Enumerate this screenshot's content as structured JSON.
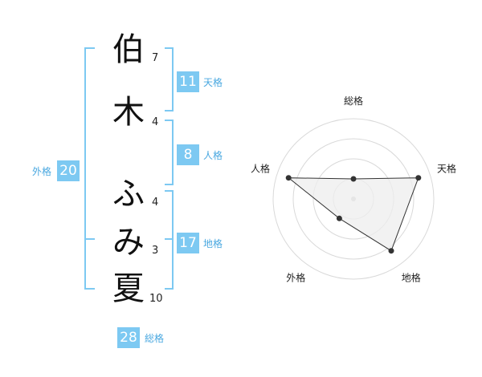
{
  "name_chars": [
    {
      "char": "伯",
      "strokes": "7"
    },
    {
      "char": "木",
      "strokes": "4"
    },
    {
      "char": "ふ",
      "strokes": "4"
    },
    {
      "char": "み",
      "strokes": "3"
    },
    {
      "char": "夏",
      "strokes": "10"
    }
  ],
  "scores": {
    "tenkaku": {
      "value": "11",
      "label": "天格"
    },
    "jinkaku": {
      "value": "8",
      "label": "人格"
    },
    "chikaku": {
      "value": "17",
      "label": "地格"
    },
    "gaikaku": {
      "value": "20",
      "label": "外格"
    },
    "soukaku": {
      "value": "28",
      "label": "総格"
    }
  },
  "colors": {
    "accent": "#7dc9f2",
    "accent_text": "#4aa8e0",
    "bracket": "#7dc9f2",
    "grid": "#d9d9d9",
    "polygon_fill": "#eeeeee",
    "polygon_stroke": "#333333"
  },
  "chart_data": {
    "type": "radar",
    "axes": [
      "総格",
      "天格",
      "地格",
      "外格",
      "人格"
    ],
    "values": [
      0.25,
      0.85,
      0.8,
      0.3,
      0.85
    ],
    "rings": 4,
    "max": 1
  }
}
